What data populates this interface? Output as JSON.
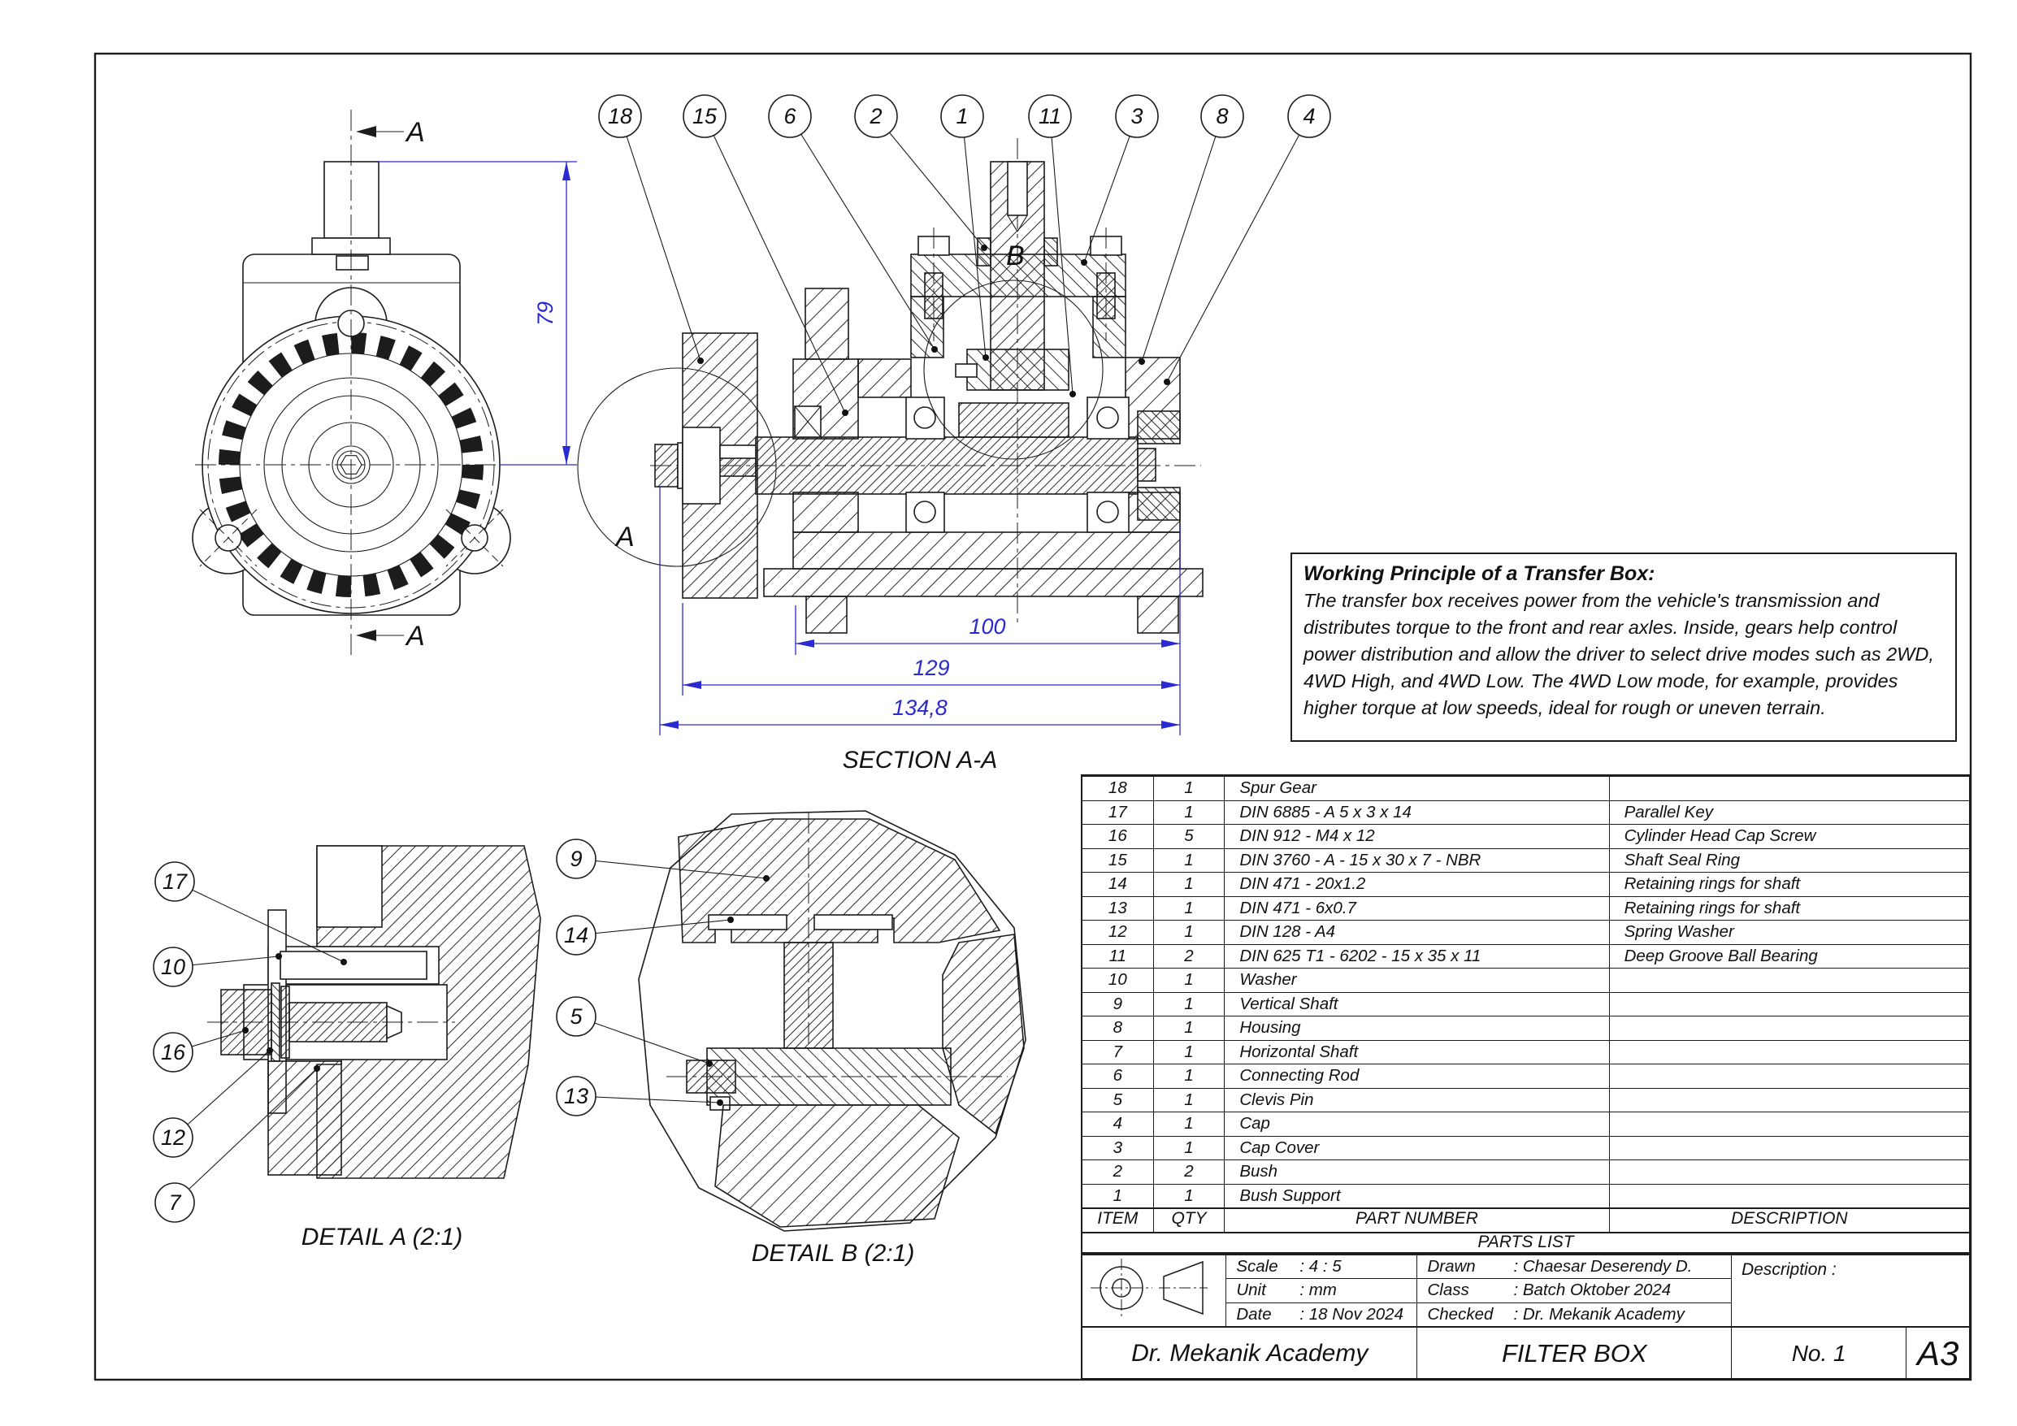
{
  "sheet": {
    "company": "Dr. Mekanik Academy",
    "drawing_title": "FILTER BOX",
    "sheet_no": "No. 1",
    "format": "A3"
  },
  "views": {
    "front": {
      "cut_label": "A"
    },
    "section": {
      "title": "SECTION A-A",
      "detail_a_letter": "A",
      "detail_b_letter": "B"
    },
    "detail_a": {
      "title": "DETAIL A (2:1)"
    },
    "detail_b": {
      "title": "DETAIL B (2:1)"
    }
  },
  "dimensions": {
    "front_height": "79",
    "sec_inner": "100",
    "sec_mid": "129",
    "sec_overall": "134,8"
  },
  "callouts": {
    "section": [
      "18",
      "15",
      "6",
      "2",
      "1",
      "11",
      "3",
      "8",
      "4"
    ],
    "detail_a": [
      "17",
      "10",
      "16",
      "12",
      "7"
    ],
    "detail_b": [
      "9",
      "14",
      "5",
      "13"
    ]
  },
  "notes": {
    "title": "Working Principle of a Transfer Box:",
    "body": "The transfer box receives power from the vehicle's transmission and distributes torque to the front and rear axles. Inside, gears help control power distribution and allow the driver to select drive modes such as 2WD, 4WD High, and 4WD Low. The 4WD Low mode, for example, provides higher torque at low speeds, ideal for rough or uneven terrain."
  },
  "parts_list": {
    "title": "PARTS LIST",
    "headers": {
      "item": "ITEM",
      "qty": "QTY",
      "part_number": "PART NUMBER",
      "description": "DESCRIPTION"
    },
    "rows": [
      {
        "item": "18",
        "qty": "1",
        "part_number": "Spur Gear",
        "description": ""
      },
      {
        "item": "17",
        "qty": "1",
        "part_number": "DIN 6885 - A 5 x 3 x 14",
        "description": "Parallel Key"
      },
      {
        "item": "16",
        "qty": "5",
        "part_number": "DIN 912 - M4 x 12",
        "description": "Cylinder Head Cap Screw"
      },
      {
        "item": "15",
        "qty": "1",
        "part_number": "DIN 3760 - A - 15 x 30 x 7 - NBR",
        "description": "Shaft Seal Ring"
      },
      {
        "item": "14",
        "qty": "1",
        "part_number": "DIN 471 - 20x1.2",
        "description": "Retaining rings for shaft"
      },
      {
        "item": "13",
        "qty": "1",
        "part_number": "DIN 471 - 6x0.7",
        "description": "Retaining rings for shaft"
      },
      {
        "item": "12",
        "qty": "1",
        "part_number": "DIN 128 - A4",
        "description": "Spring Washer"
      },
      {
        "item": "11",
        "qty": "2",
        "part_number": "DIN 625 T1 - 6202 - 15 x 35 x 11",
        "description": "Deep Groove Ball Bearing"
      },
      {
        "item": "10",
        "qty": "1",
        "part_number": "Washer",
        "description": ""
      },
      {
        "item": "9",
        "qty": "1",
        "part_number": "Vertical Shaft",
        "description": ""
      },
      {
        "item": "8",
        "qty": "1",
        "part_number": "Housing",
        "description": ""
      },
      {
        "item": "7",
        "qty": "1",
        "part_number": "Horizontal Shaft",
        "description": ""
      },
      {
        "item": "6",
        "qty": "1",
        "part_number": "Connecting Rod",
        "description": ""
      },
      {
        "item": "5",
        "qty": "1",
        "part_number": "Clevis Pin",
        "description": ""
      },
      {
        "item": "4",
        "qty": "1",
        "part_number": "Cap",
        "description": ""
      },
      {
        "item": "3",
        "qty": "1",
        "part_number": "Cap Cover",
        "description": ""
      },
      {
        "item": "2",
        "qty": "2",
        "part_number": "Bush",
        "description": ""
      },
      {
        "item": "1",
        "qty": "1",
        "part_number": "Bush Support",
        "description": ""
      }
    ]
  },
  "title_block": {
    "scale_label": "Scale",
    "scale_value": ": 4 : 5",
    "unit_label": "Unit",
    "unit_value": ": mm",
    "date_label": "Date",
    "date_value": ": 18 Nov 2024",
    "drawn_label": "Drawn",
    "drawn_value": ": Chaesar Deserendy D.",
    "class_label": "Class",
    "class_value": ": Batch Oktober 2024",
    "checked_label": "Checked",
    "checked_value": ": Dr. Mekanik Academy",
    "description_label": "Description :"
  },
  "colors": {
    "dimension_blue": "#2a2ad0",
    "line_black": "#1c1c1c"
  }
}
